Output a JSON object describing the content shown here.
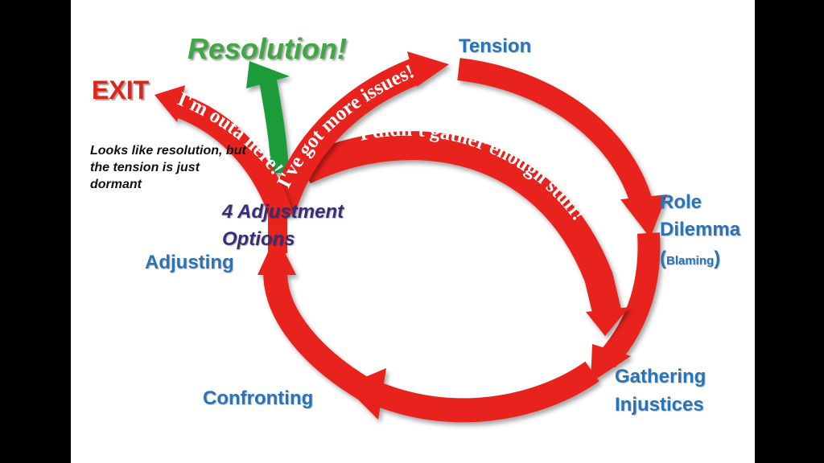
{
  "colors": {
    "arrow": "#e8241b",
    "resolution_arrow": "#1a9b3a",
    "label_blue": "#2a73b5",
    "options_purple": "#3a2d78",
    "exit_red": "#e2231a",
    "resolution_green": "#3fa844"
  },
  "labels": {
    "tension": "Tension",
    "role": "Role",
    "dilemma": "Dilemma",
    "blaming": "Blaming",
    "gathering": "Gathering",
    "injustices": "Injustices",
    "confronting": "Confronting",
    "adjusting": "Adjusting",
    "options_line1": "4 Adjustment",
    "options_line2": "Options",
    "exit": "EXIT",
    "resolution": "Resolution!",
    "note": "Looks like resolution, but the tension is just dormant"
  },
  "arrow_text": {
    "outa": "I'm outa here!",
    "issues": "I've got more issues!",
    "gather": "I didn't gather enough stuff!"
  }
}
